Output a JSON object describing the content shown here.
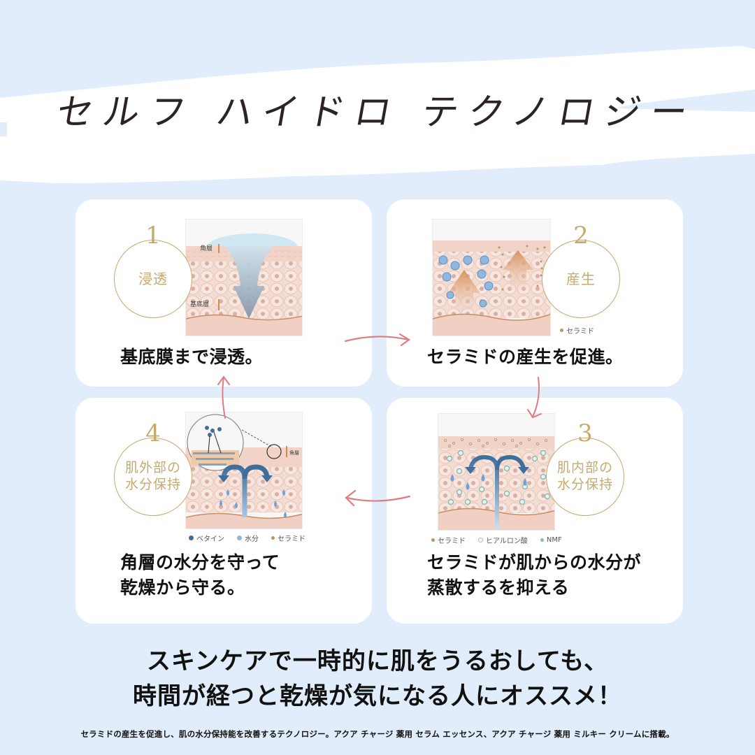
{
  "header": {
    "title": "セルフ ハイドロ テクノロジー"
  },
  "steps": [
    {
      "number": "1",
      "badge_label": "浸透",
      "caption_lines": [
        "基底膜まで浸透。"
      ],
      "illustration_labels": {
        "top_layer": "角層",
        "basal_layer": "基底層"
      },
      "legend": []
    },
    {
      "number": "2",
      "badge_label": "産生",
      "caption_lines": [
        "セラミドの産生を促進。"
      ],
      "illustration_labels": {},
      "legend": [
        {
          "label": "セラミド",
          "color": "#b8946a"
        }
      ]
    },
    {
      "number": "3",
      "badge_label_lines": [
        "肌内部の",
        "水分保持"
      ],
      "caption_lines": [
        "セラミドが肌からの水分が",
        "蒸散するを抑える"
      ],
      "illustration_labels": {},
      "legend": [
        {
          "label": "セラミド",
          "color": "#b8946a"
        },
        {
          "label": "ヒアルロン酸",
          "color": "#9fc7c0"
        },
        {
          "label": "NMF",
          "color": "#8fb0cf"
        }
      ]
    },
    {
      "number": "4",
      "badge_label_lines": [
        "肌外部の",
        "水分保持"
      ],
      "caption_lines": [
        "角層の水分を守って",
        "乾燥から守る。"
      ],
      "illustration_labels": {
        "top_layer": "角層"
      },
      "legend": [
        {
          "label": "ベタイン",
          "color": "#3f6e9c"
        },
        {
          "label": "水分",
          "color": "#8fb8e0"
        },
        {
          "label": "セラミド",
          "color": "#b8946a"
        }
      ]
    }
  ],
  "cta": {
    "line1": "スキンケアで一時的に肌をうるおしても、",
    "line2": "時間が経つと乾燥が気になる人にオススメ！"
  },
  "footnote": "セラミドの産生を促進し、肌の水分保持能を改善するテクノロジー。アクア チャージ 薬用 セラム エッセンス、アクア チャージ 薬用 ミルキー クリームに搭載。",
  "colors": {
    "background": "#e1edfb",
    "card": "#ffffff",
    "gold": "#c6a96b",
    "arrow": "#e07c80",
    "skin": "#f1d3c8",
    "water_arrow": "#3f6e9c"
  }
}
